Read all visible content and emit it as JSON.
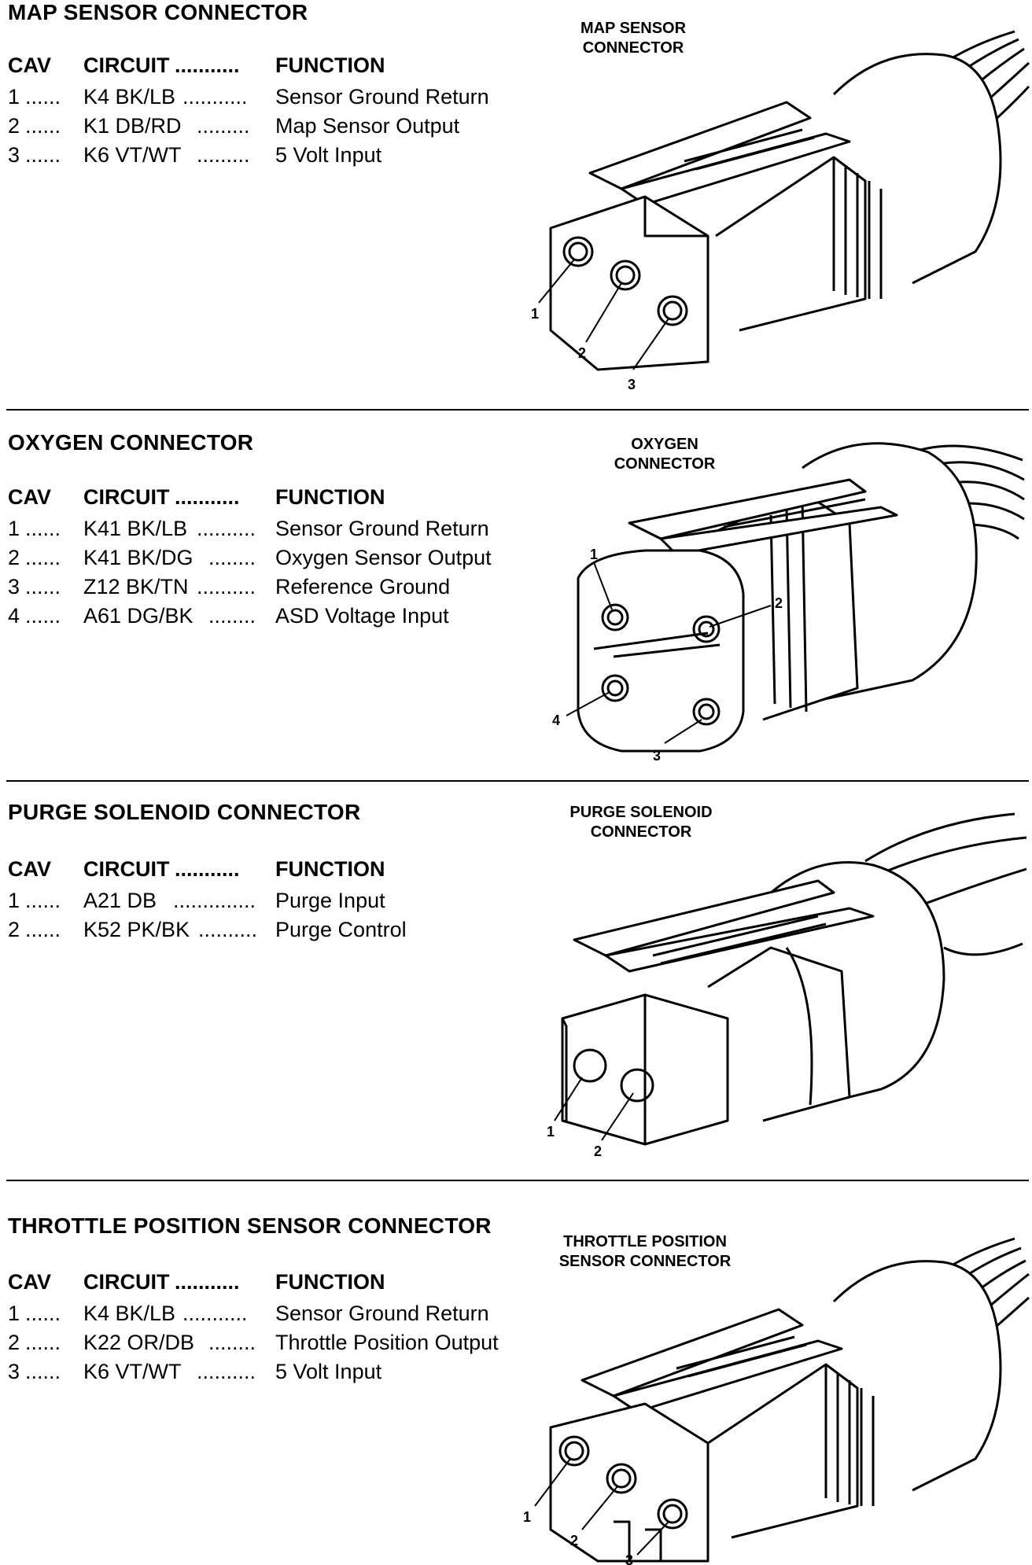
{
  "sections": [
    {
      "title": "MAP SENSOR CONNECTOR",
      "diagram_title": "MAP SENSOR\nCONNECTOR",
      "headers": {
        "cav": "CAV",
        "circuit": "CIRCUIT",
        "function": "FUNCTION"
      },
      "rows": [
        {
          "cav": "1",
          "circuit": "K4 BK/LB",
          "function": "Sensor Ground Return"
        },
        {
          "cav": "2",
          "circuit": "K1 DB/RD",
          "function": "Map Sensor Output"
        },
        {
          "cav": "3",
          "circuit": "K6 VT/WT",
          "function": "5 Volt Input"
        }
      ],
      "pins": [
        "1",
        "2",
        "3"
      ]
    },
    {
      "title": "OXYGEN CONNECTOR",
      "diagram_title": "OXYGEN\nCONNECTOR",
      "headers": {
        "cav": "CAV",
        "circuit": "CIRCUIT",
        "function": "FUNCTION"
      },
      "rows": [
        {
          "cav": "1",
          "circuit": "K41 BK/LB",
          "function": "Sensor Ground Return"
        },
        {
          "cav": "2",
          "circuit": "K41 BK/DG",
          "function": "Oxygen Sensor Output"
        },
        {
          "cav": "3",
          "circuit": "Z12 BK/TN",
          "function": "Reference Ground"
        },
        {
          "cav": "4",
          "circuit": "A61 DG/BK",
          "function": "ASD Voltage Input"
        }
      ],
      "pins": [
        "1",
        "2",
        "3",
        "4"
      ]
    },
    {
      "title": "PURGE SOLENOID CONNECTOR",
      "diagram_title": "PURGE SOLENOID\nCONNECTOR",
      "headers": {
        "cav": "CAV",
        "circuit": "CIRCUIT",
        "function": "FUNCTION"
      },
      "rows": [
        {
          "cav": "1",
          "circuit": "A21 DB",
          "function": "Purge Input"
        },
        {
          "cav": "2",
          "circuit": "K52 PK/BK",
          "function": "Purge Control"
        }
      ],
      "pins": [
        "1",
        "2"
      ]
    },
    {
      "title": "THROTTLE POSITION SENSOR CONNECTOR",
      "diagram_title": "THROTTLE POSITION\nSENSOR CONNECTOR",
      "headers": {
        "cav": "CAV",
        "circuit": "CIRCUIT",
        "function": "FUNCTION"
      },
      "rows": [
        {
          "cav": "1",
          "circuit": "K4 BK/LB",
          "function": "Sensor Ground Return"
        },
        {
          "cav": "2",
          "circuit": "K22 OR/DB",
          "function": "Throttle Position Output"
        },
        {
          "cav": "3",
          "circuit": "K6 VT/WT",
          "function": "5 Volt Input"
        }
      ],
      "pins": [
        "1",
        "2",
        "3"
      ]
    }
  ]
}
